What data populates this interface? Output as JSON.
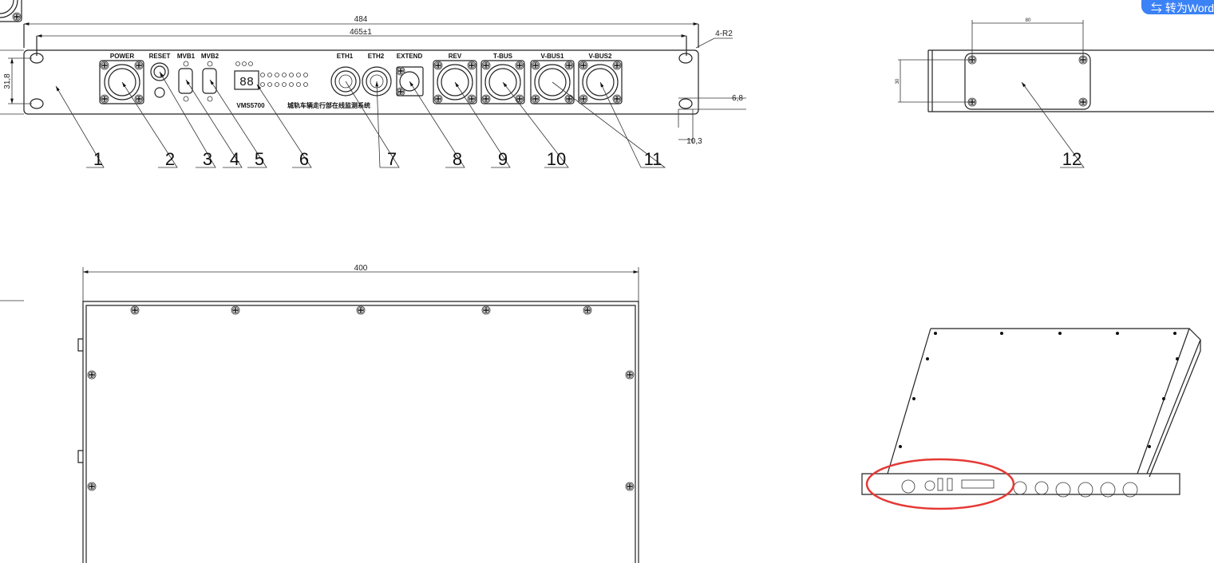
{
  "toolbar": {
    "convert_button": "⇆ 转为Word"
  },
  "front_view": {
    "dims": {
      "overall_width": "484",
      "hole_spacing": "465±1",
      "corner_radius": "4-R2",
      "hole_pitch": "31,8",
      "slot_height": "6,8",
      "slot_width": "10,3"
    },
    "labels": {
      "power": "POWER",
      "reset": "RESET",
      "mvb1": "MVB1",
      "mvb2": "MVB2",
      "eth1": "ETH1",
      "eth2": "ETH2",
      "extend": "EXTEND",
      "rev": "REV",
      "tbus": "T-BUS",
      "vbus1": "V-BUS1",
      "vbus2": "V-BUS2",
      "model": "VMS5700",
      "system_name": "城轨车辆走行部在线监测系统"
    },
    "callouts": [
      "1",
      "2",
      "3",
      "4",
      "5",
      "6",
      "7",
      "8",
      "9",
      "10",
      "11"
    ]
  },
  "side_view": {
    "dims": {
      "width": "80",
      "height": "30"
    },
    "callout": "12"
  },
  "top_view": {
    "dims": {
      "depth": "400"
    }
  },
  "highlight_color": "#e53935"
}
